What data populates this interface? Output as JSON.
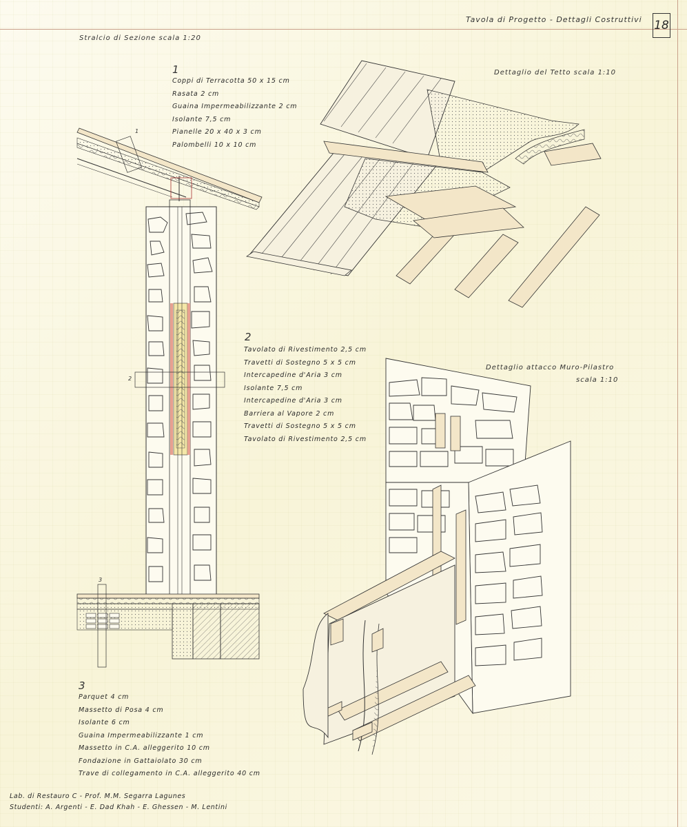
{
  "header": {
    "title": "Tavola di Progetto - Dettagli Costruttivi",
    "sheet_number": "18",
    "section_label": "Stralcio di Sezione scala 1:20"
  },
  "details": {
    "roof": "Dettaglio del Tetto scala 1:10",
    "wall_line1": "Dettaglio attacco Muro-Pilastro",
    "wall_line2": "scala 1:10"
  },
  "section_markers": [
    "1",
    "2",
    "3"
  ],
  "legend_1": {
    "number": "1",
    "items": [
      "Coppi di Terracotta 50 x 15 cm",
      "Rasata 2 cm",
      "Guaina Impermeabilizzante 2 cm",
      "Isolante 7,5 cm",
      "Pianelle 20 x 40 x 3 cm",
      "Palombelli 10 x 10 cm"
    ]
  },
  "legend_2": {
    "number": "2",
    "items": [
      "Tavolato di Rivestimento 2,5 cm",
      "Travetti di Sostegno 5 x 5 cm",
      "Intercapedine d'Aria 3 cm",
      "Isolante 7,5 cm",
      "Intercapedine d'Aria 3 cm",
      "Barriera al Vapore 2 cm",
      "Travetti di Sostegno 5 x 5 cm",
      "Tavolato di Rivestimento 2,5 cm"
    ]
  },
  "legend_3": {
    "number": "3",
    "items": [
      "Parquet 4 cm",
      "Massetto di Posa 4 cm",
      "Isolante 6 cm",
      "Guaina Impermeabilizzante 1 cm",
      "Massetto in C.A. alleggerito 10 cm",
      "Fondazione in Gattaiolato 30 cm",
      "Trave di collegamento in C.A. alleggerito 40 cm"
    ]
  },
  "credits": {
    "line1": "Lab. di Restauro C - Prof. M.M. Segarra Lagunes",
    "line2": "Studenti: A. Argenti - E. Dad Khah - E. Ghessen - M. Lentini"
  }
}
